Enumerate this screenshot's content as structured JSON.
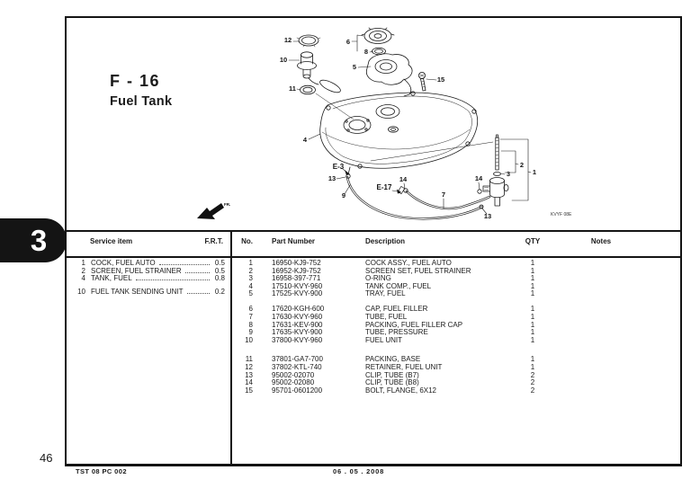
{
  "page": {
    "number": "46",
    "section_tab": "3"
  },
  "header": {
    "section_code": "F - 16",
    "title": "Fuel Tank"
  },
  "footer": {
    "doc_code": "TST 08 PC 002",
    "date": "06 . 05 . 2008"
  },
  "diagram": {
    "ref_code": "KVYF 08E",
    "front_marker": "FR.",
    "subassembly_refs": {
      "e3": "E-3",
      "e17": "E-17"
    },
    "callouts": [
      "12",
      "10",
      "11",
      "6",
      "8",
      "5",
      "15",
      "4",
      "13",
      "9",
      "7",
      "14",
      "14",
      "2",
      "3",
      "1",
      "13"
    ]
  },
  "service_table": {
    "header": {
      "item": "Service item",
      "frt": "F.R.T."
    },
    "rows": [
      {
        "no": "1",
        "name": "COCK, FUEL AUTO",
        "frt": "0.5"
      },
      {
        "no": "2",
        "name": "SCREEN, FUEL STRAINER",
        "frt": "0.5"
      },
      {
        "no": "4",
        "name": "TANK, FUEL",
        "frt": "0.8"
      },
      {
        "no": "10",
        "name": "FUEL TANK SENDING UNIT",
        "frt": "0.2"
      }
    ]
  },
  "parts_table": {
    "header": {
      "no": "No.",
      "part": "Part Number",
      "desc": "Description",
      "qty": "QTY",
      "notes": "Notes"
    },
    "groups": [
      {
        "rows": [
          {
            "no": "1",
            "part": "16950-KJ9-752",
            "desc": "COCK ASSY., FUEL AUTO",
            "qty": "1"
          },
          {
            "no": "2",
            "part": "16952-KJ9-752",
            "desc": "SCREEN SET, FUEL STRAINER",
            "qty": "1"
          },
          {
            "no": "3",
            "part": "16958-397-771",
            "desc": "O-RING",
            "qty": "1"
          },
          {
            "no": "4",
            "part": "17510-KVY-960",
            "desc": "TANK COMP., FUEL",
            "qty": "1"
          },
          {
            "no": "5",
            "part": "17525-KVY-900",
            "desc": "TRAY, FUEL",
            "qty": "1"
          }
        ]
      },
      {
        "rows": [
          {
            "no": "6",
            "part": "17620-KGH-600",
            "desc": "CAP, FUEL FILLER",
            "qty": "1"
          },
          {
            "no": "7",
            "part": "17630-KVY-960",
            "desc": "TUBE, FUEL",
            "qty": "1"
          },
          {
            "no": "8",
            "part": "17631-KEV-900",
            "desc": "PACKING, FUEL FILLER CAP",
            "qty": "1"
          },
          {
            "no": "9",
            "part": "17635-KVY-900",
            "desc": "TUBE, PRESSURE",
            "qty": "1"
          },
          {
            "no": "10",
            "part": "37800-KVY-960",
            "desc": "FUEL UNIT",
            "qty": "1"
          }
        ]
      },
      {
        "rows": [
          {
            "no": "11",
            "part": "37801-GA7-700",
            "desc": "PACKING, BASE",
            "qty": "1"
          },
          {
            "no": "12",
            "part": "37802-KTL-740",
            "desc": "RETAINER, FUEL UNIT",
            "qty": "1"
          },
          {
            "no": "13",
            "part": "95002-02070",
            "desc": "CLIP, TUBE (B7)",
            "qty": "2"
          },
          {
            "no": "14",
            "part": "95002-02080",
            "desc": "CLIP, TUBE (B8)",
            "qty": "2"
          },
          {
            "no": "15",
            "part": "95701-0601200",
            "desc": "BOLT, FLANGE, 6X12",
            "qty": "2"
          }
        ]
      }
    ]
  }
}
